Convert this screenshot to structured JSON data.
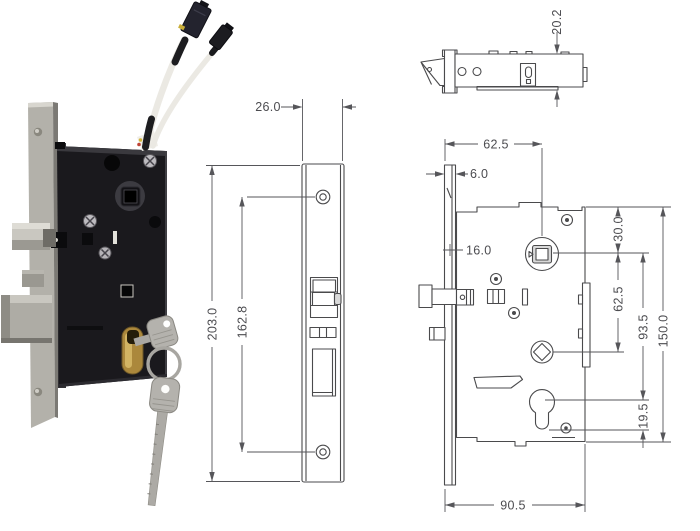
{
  "page": {
    "background": "#ffffff"
  },
  "drawing": {
    "line_color": "#4a4a4c",
    "dim_line_color": "#56565a",
    "text_color": "#4c4c50"
  },
  "photo": {
    "colors": {
      "case": "#1a191d",
      "case_top": "#3a393e",
      "faceplate": "#b3b1aa",
      "faceplate_edge": "#7b7974",
      "bolt_bright": "#c9c7c0",
      "bolt_mid": "#aeaca5",
      "bolt_dark": "#8e8c85",
      "brass": "#ab883c",
      "brass_highlight": "#d8bc6a",
      "key": "#b4b2ad",
      "cable": "#ebe9e3",
      "connector": "#23232e"
    }
  },
  "views": {
    "faceplate_front": {
      "width": "26.0",
      "height": "203.0",
      "screw_spacing": "162.8"
    },
    "top": {
      "case_depth": "20.2"
    },
    "side": {
      "backset": "62.5",
      "faceplate_thickness": "6.0",
      "front_edge": "16.0",
      "top_to_spindle": "30.0",
      "spindle_to_follower": "62.5",
      "spindle_to_cylinder": "93.5",
      "case_height": "150.0",
      "cylinder_to_bottom": "19.5",
      "case_width": "90.5"
    }
  }
}
